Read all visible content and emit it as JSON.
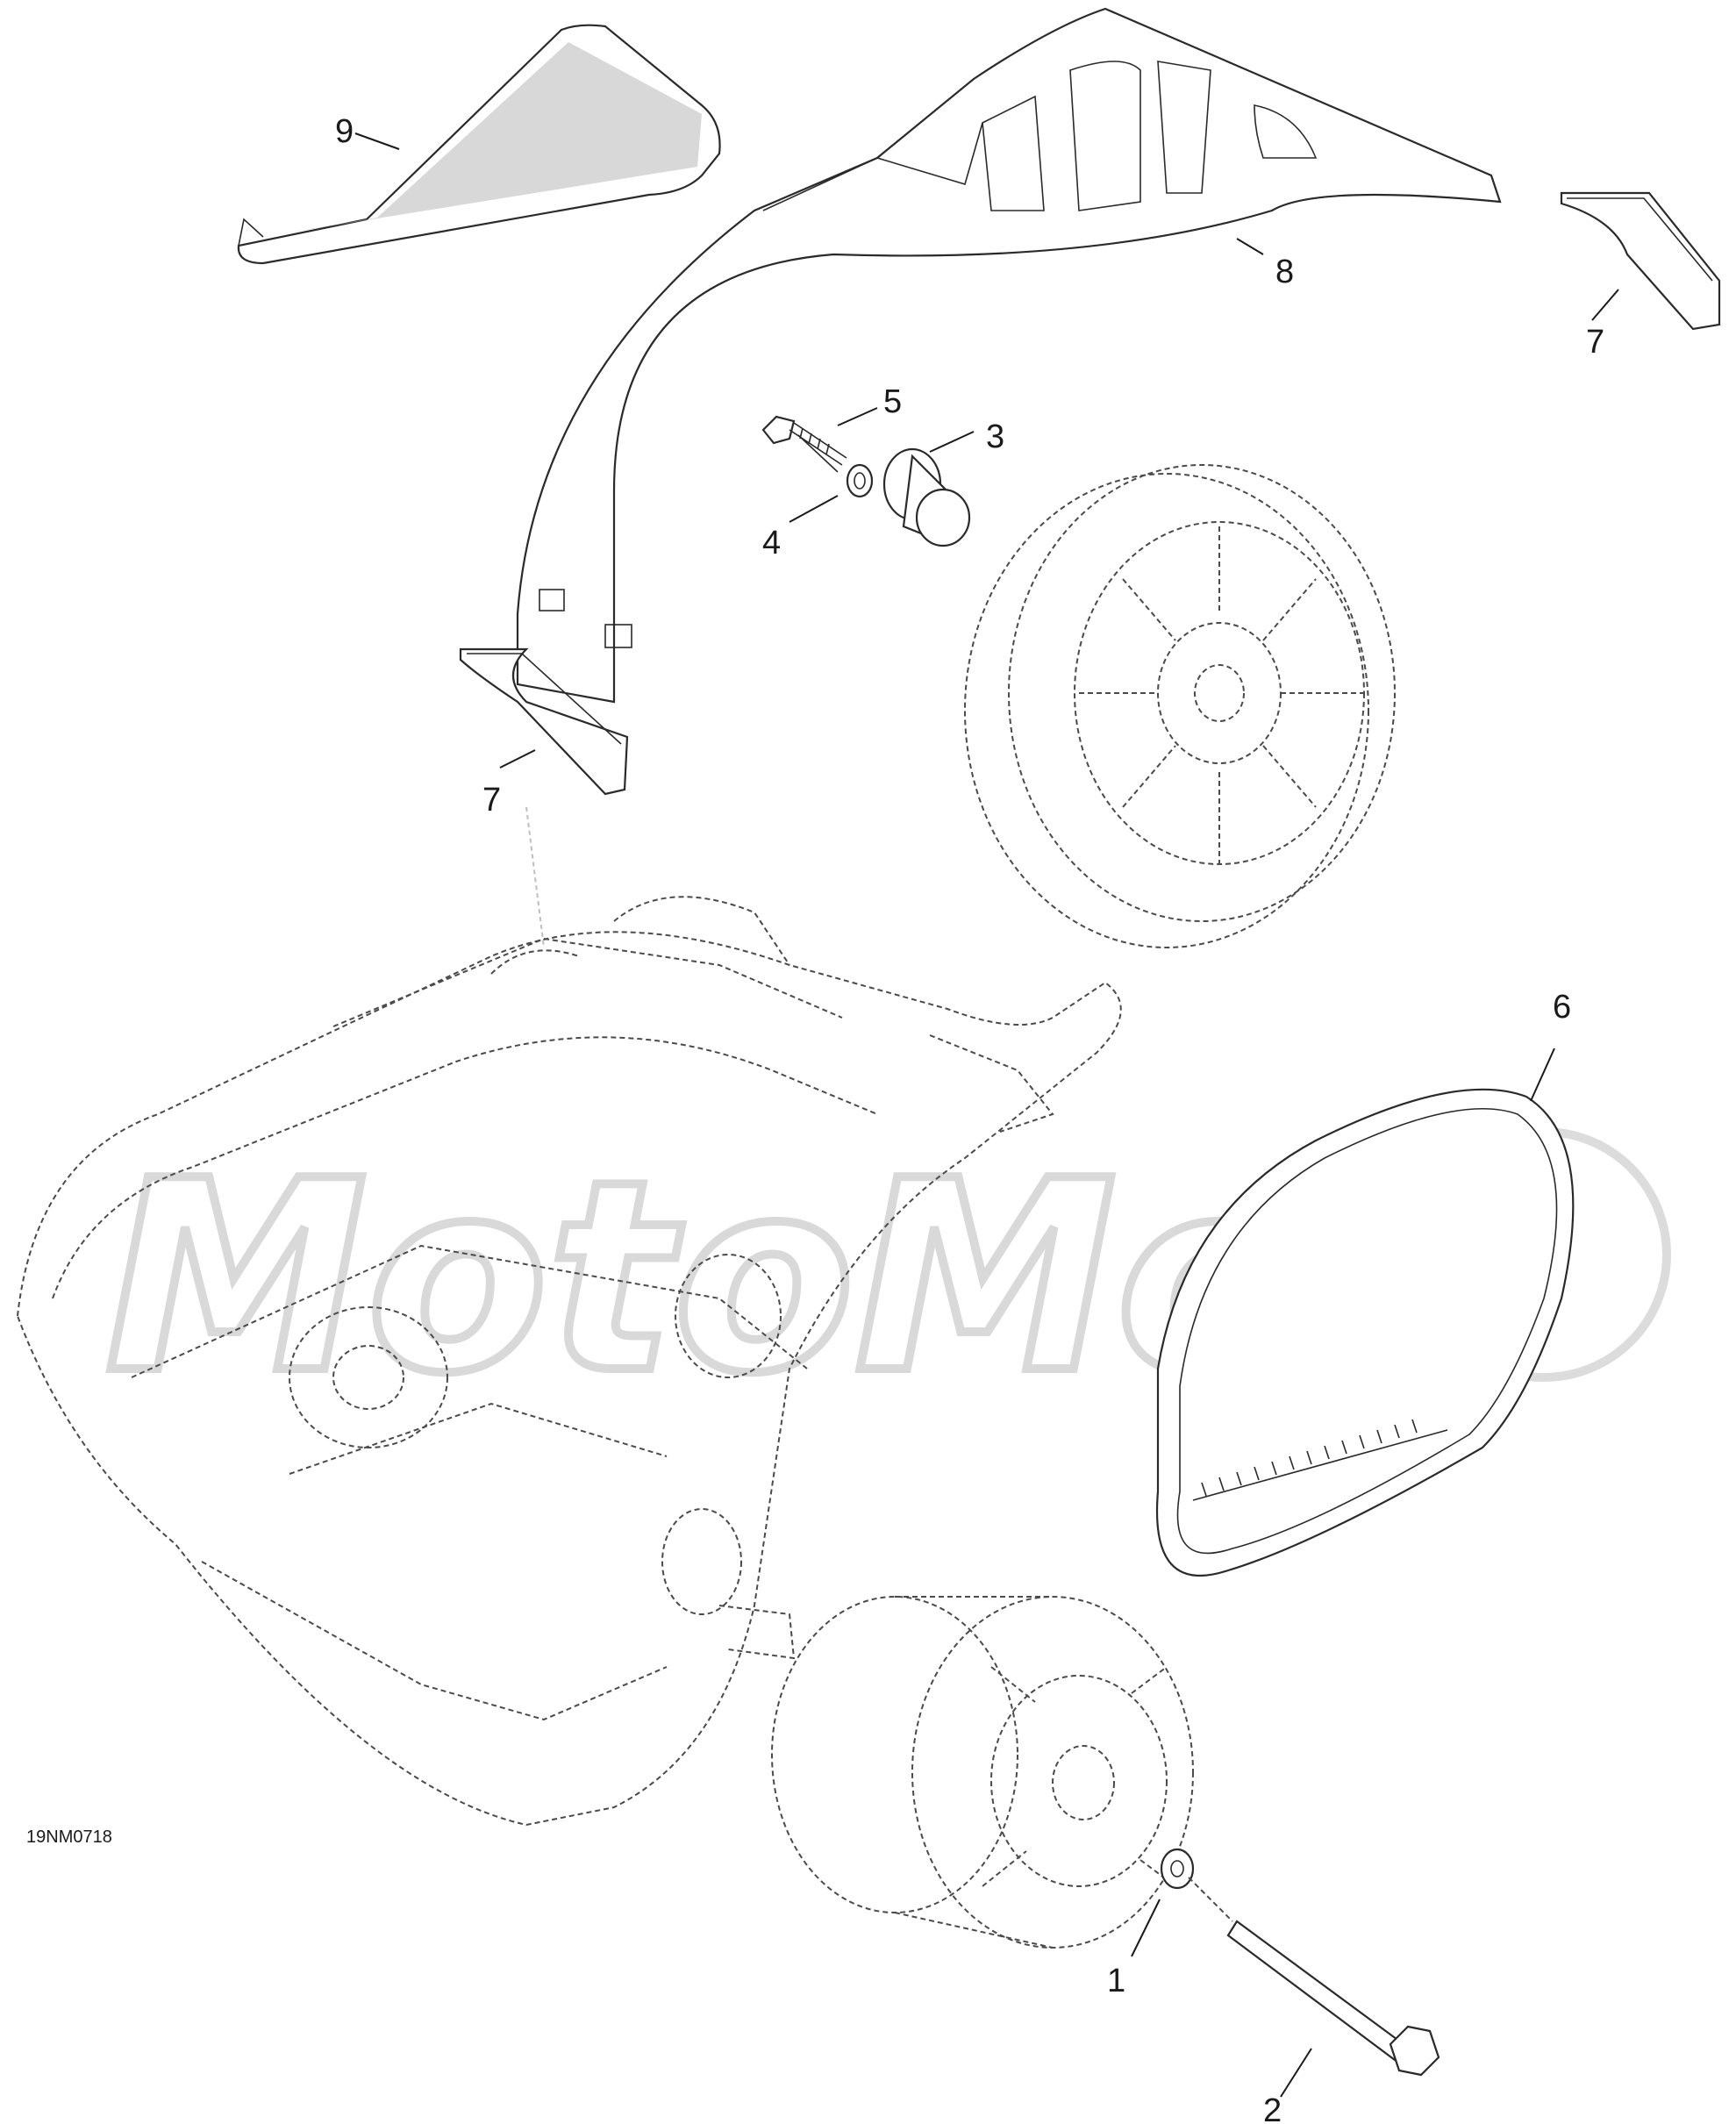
{
  "diagram": {
    "code": "19NM0718",
    "callouts": {
      "c1": "1",
      "c2": "2",
      "c3": "3",
      "c4": "4",
      "c5": "5",
      "c6": "6",
      "c7a": "7",
      "c7b": "7",
      "c8": "8",
      "c9": "9"
    },
    "watermark": "MotoMo"
  }
}
